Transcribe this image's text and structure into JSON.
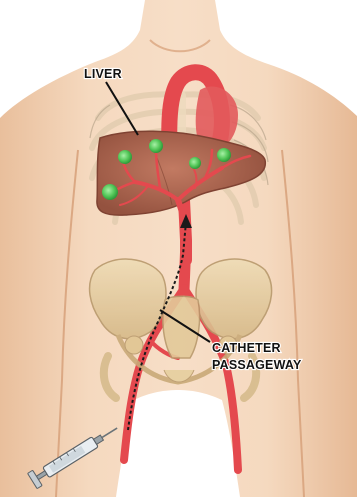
{
  "labels": {
    "liver": "LIVER",
    "catheter_line1": "CATHETER",
    "catheter_line2": "PASSAGEWAY"
  },
  "colors": {
    "skin": "#f2d2b3",
    "skin_shade": "#e2b491",
    "bone": "#e8d2a8",
    "bone_shade": "#c9aa78",
    "liver": "#b06a53",
    "liver_dark": "#8f4c3a",
    "artery": "#e4494e",
    "tumor": "#5fcf63",
    "label_text": "#111111"
  },
  "icons": {
    "syringe": "syringe-icon",
    "arrow": "catheter-arrow-icon"
  },
  "tumor_count": 5
}
